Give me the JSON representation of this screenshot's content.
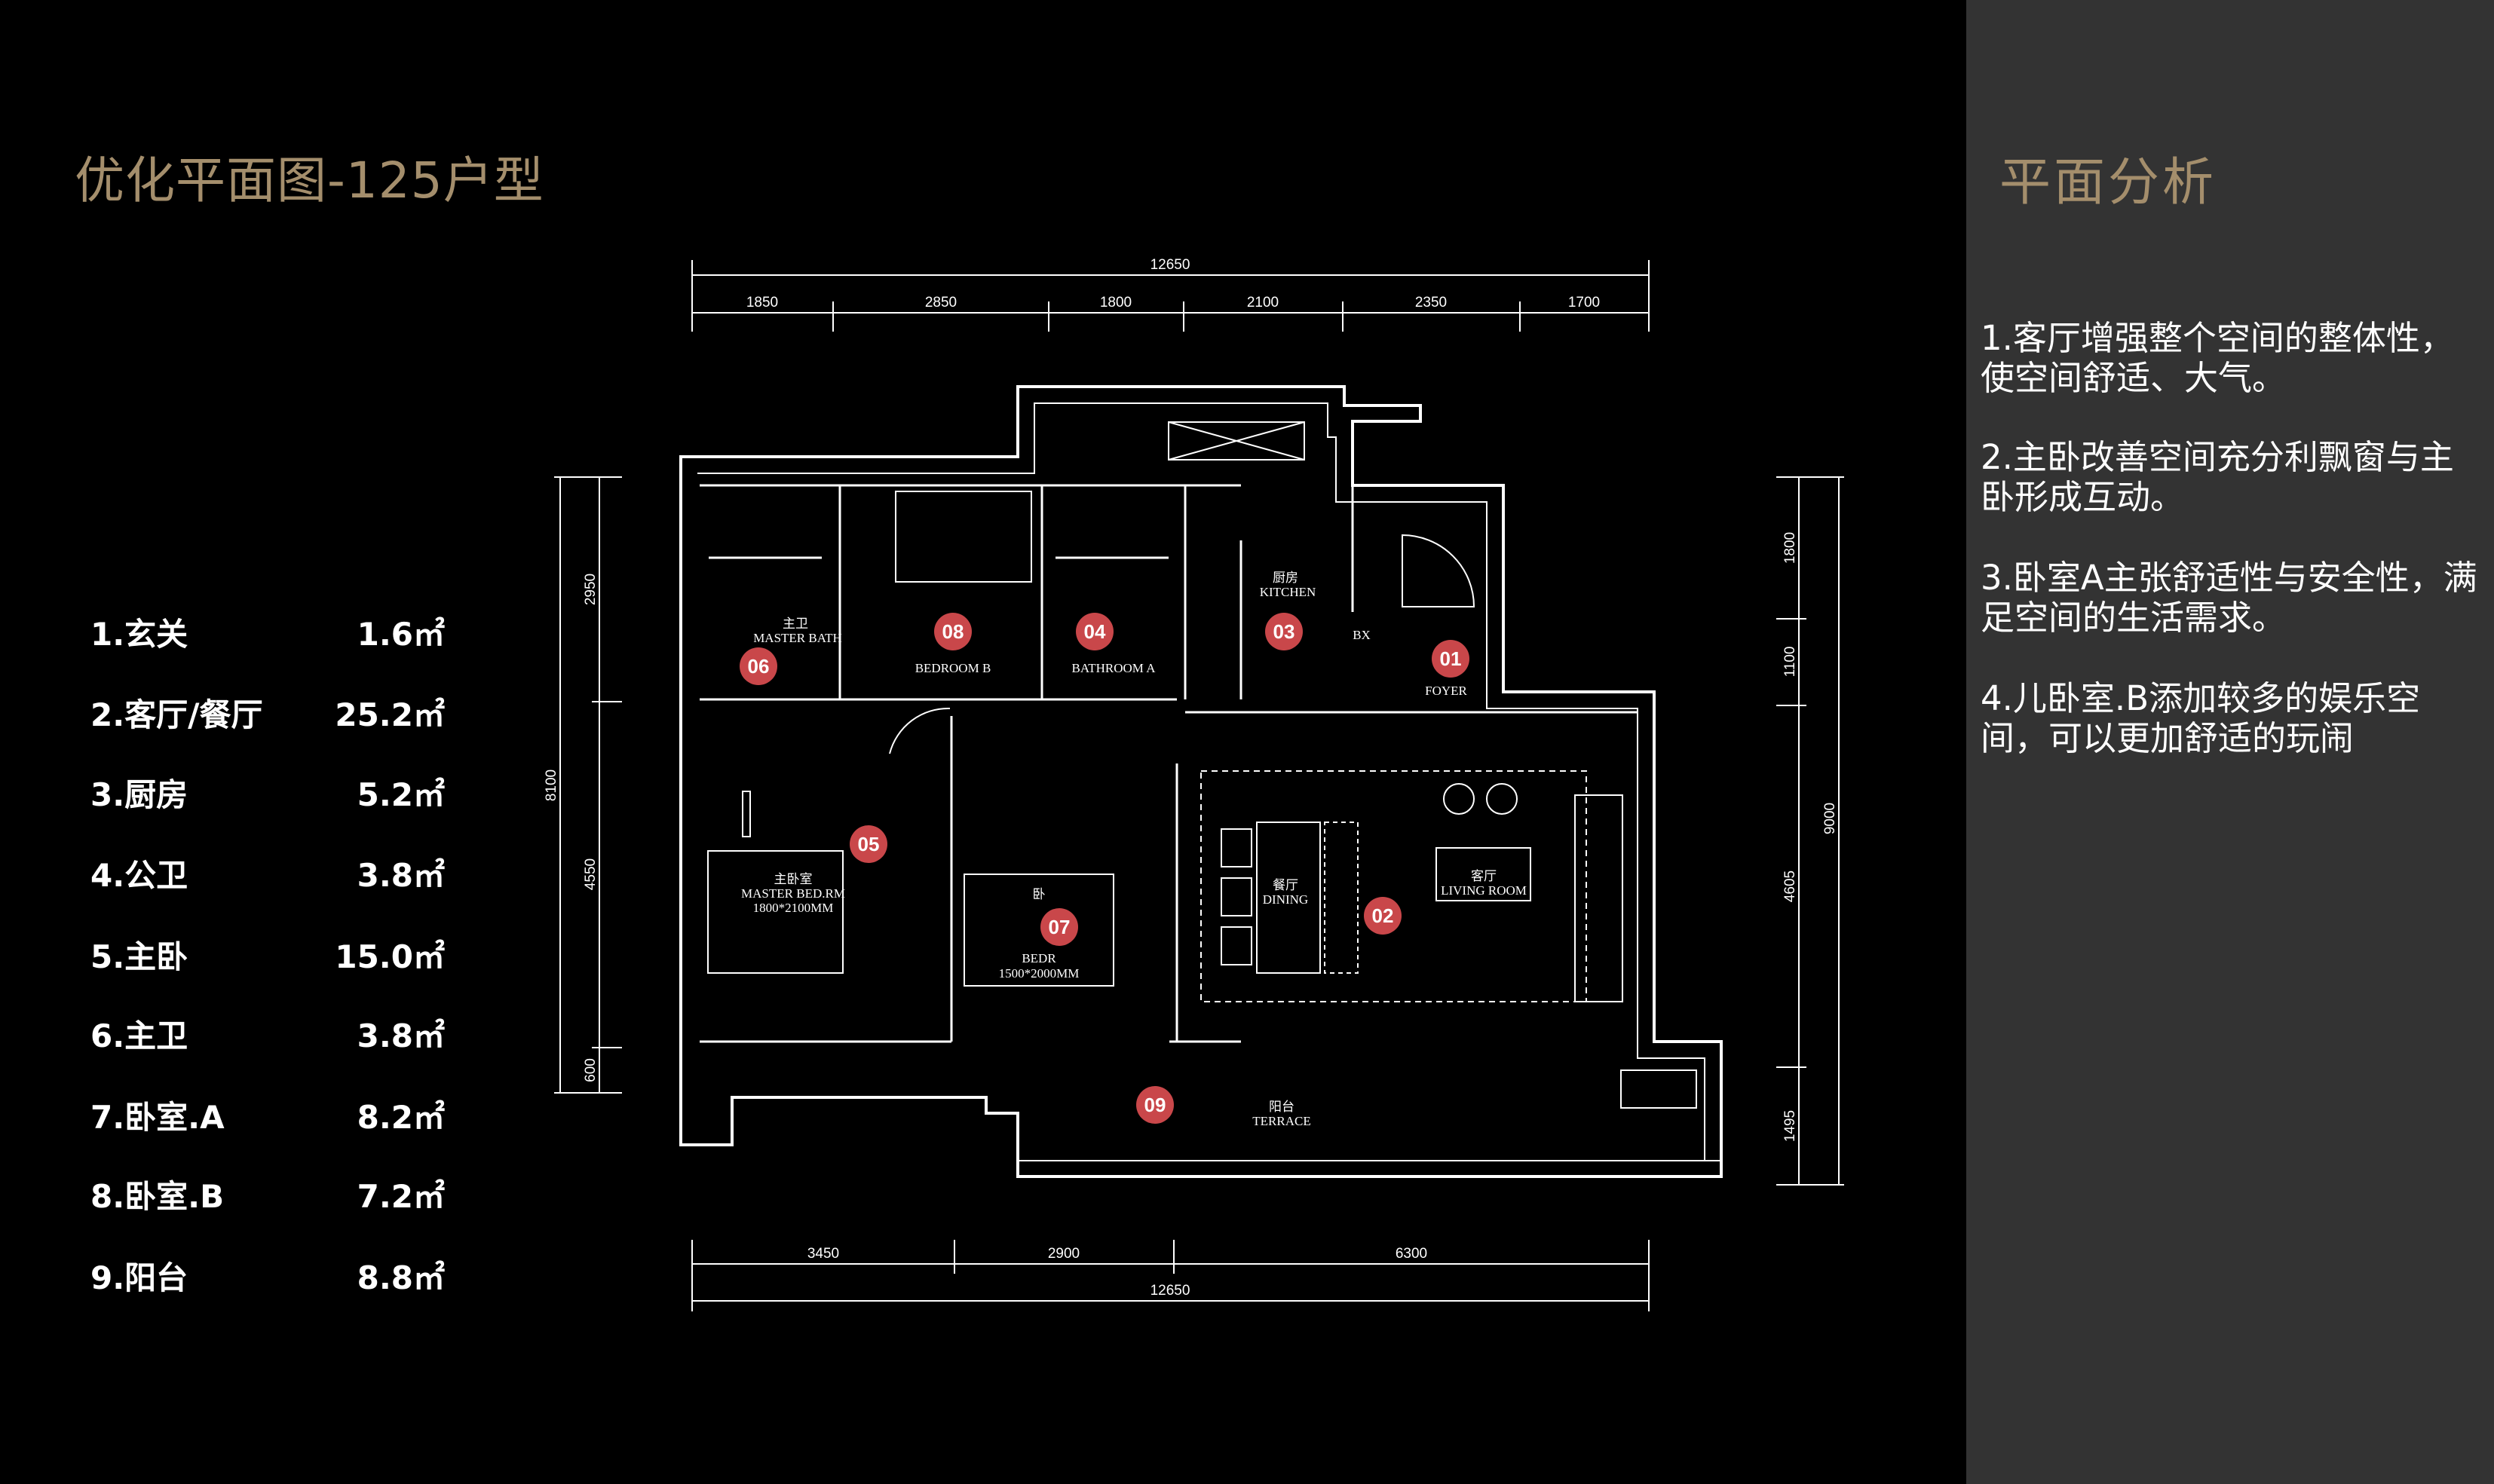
{
  "title": "优化平面图-125户型",
  "areas": [
    {
      "label": "1.玄关",
      "value": "1.6㎡"
    },
    {
      "label": "2.客厅/餐厅",
      "value": "25.2㎡"
    },
    {
      "label": "3.厨房",
      "value": "5.2㎡"
    },
    {
      "label": "4.公卫",
      "value": "3.8㎡"
    },
    {
      "label": "5.主卧",
      "value": "15.0㎡"
    },
    {
      "label": "6.主卫",
      "value": "3.8㎡"
    },
    {
      "label": "7.卧室.A",
      "value": "8.2㎡"
    },
    {
      "label": "8.卧室.B",
      "value": "7.2㎡"
    },
    {
      "label": "9.阳台",
      "value": "8.8㎡"
    }
  ],
  "analysis": {
    "title": "平面分析",
    "points": [
      "1.客厅增强整个空间的整体性，使空间舒适、大气。",
      "2.主卧改善空间充分利飘窗与主卧形成互动。",
      "3.卧室A主张舒适性与安全性，满足空间的生活需求。",
      "4.儿卧室.B添加较多的娱乐空间，可以更加舒适的玩闹"
    ]
  },
  "plan": {
    "dims_top": {
      "total": "12650",
      "segments": [
        "1850",
        "2850",
        "1800",
        "2100",
        "2350",
        "1700"
      ]
    },
    "dims_bottom": {
      "total": "12650",
      "segments": [
        "3450",
        "2900",
        "6300"
      ]
    },
    "dims_left": {
      "total": "8100",
      "segments": [
        "2950",
        "4550",
        "600"
      ]
    },
    "dims_right": {
      "total": "9000",
      "segments": [
        "1800",
        "1100",
        "4605",
        "1495"
      ]
    },
    "rooms": {
      "master_bath_cn": "主卫",
      "master_bath_en": "MASTER BATH",
      "kitchen_cn": "厨房",
      "kitchen_en": "KITCHEN",
      "foyer_en": "FOYER",
      "dining_cn": "餐厅",
      "dining_en": "DINING",
      "living_cn": "客厅",
      "living_en": "LIVING ROOM",
      "master_bed_cn": "主卧室",
      "master_bed_en": "MASTER BED.RM",
      "master_bed_size": "1800*2100MM",
      "bed_a_cn": "卧",
      "bed_a_en": "BEDR",
      "bed_a_size": "1500*2000MM",
      "bed_b_en": "BEDROOM B",
      "bath_a_en": "BATHROOM A",
      "terrace_cn": "阳台",
      "terrace_en": "TERRACE",
      "bx": "BX"
    },
    "markers": [
      "01",
      "02",
      "03",
      "04",
      "05",
      "06",
      "07",
      "08",
      "09"
    ],
    "marker_color": "#c9474a"
  }
}
